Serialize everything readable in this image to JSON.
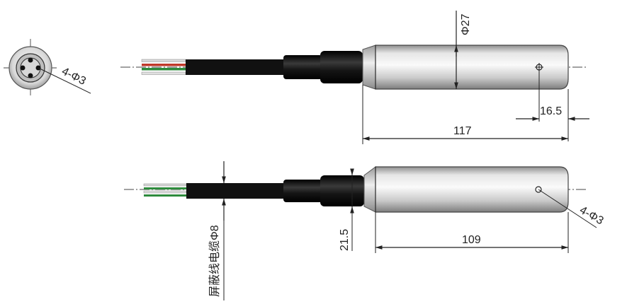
{
  "dimensions": {
    "top_diameter": "Φ27",
    "end_view_holes": "4-Φ3",
    "top_hole_offset": "16.5",
    "top_length": "117",
    "bottom_holes": "4-Φ3",
    "bottom_step": "21.5",
    "bottom_length": "109",
    "cable_label": "屏蔽线电缆Φ8"
  },
  "colors": {
    "body_light": "#f2f2f2",
    "body_mid": "#cfcfcf",
    "body_dark": "#9a9a9a",
    "cable": "#111111",
    "wire_red": "#c0392b",
    "wire_green": "#2e8b3d",
    "wire_white": "#e8e8e8",
    "dim_line": "#222222"
  }
}
